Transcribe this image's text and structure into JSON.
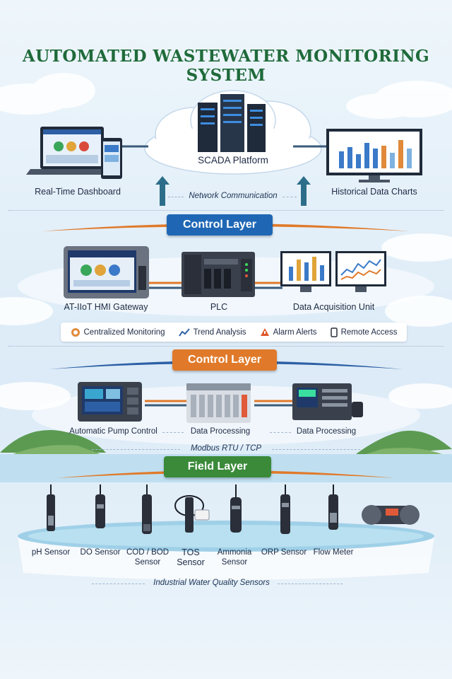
{
  "title": "AUTOMATED WASTEWATER MONITORING SYSTEM",
  "cloud": {
    "platform_label": "SCADA Platform",
    "dashboard_label": "Real-Time Dashboard",
    "charts_label": "Historical Data Charts",
    "network_label": "Network Communication"
  },
  "layer1": {
    "banner": "Control Layer",
    "devices": [
      "AT-IIoT HMI Gateway",
      "PLC",
      "Data Acquisition Unit"
    ]
  },
  "features": [
    {
      "icon": "monitoring-icon",
      "label": "Centralized Monitoring"
    },
    {
      "icon": "trend-icon",
      "label": "Trend Analysis"
    },
    {
      "icon": "alarm-icon",
      "label": "Alarm Alerts"
    },
    {
      "icon": "phone-icon",
      "label": "Remote Access"
    }
  ],
  "layer2": {
    "banner": "Control Layer",
    "devices": [
      "Automatic Pump Control",
      "Data Processing",
      "Data Processing"
    ],
    "protocol": "Modbus RTU / TCP"
  },
  "field": {
    "banner": "Field Layer",
    "sensors": [
      {
        "line1": "pH Sensor",
        "line2": ""
      },
      {
        "line1": "DO Sensor",
        "line2": ""
      },
      {
        "line1": "COD / BOD",
        "line2": "Sensor"
      },
      {
        "line1": "TOS",
        "line2": "Sensor"
      },
      {
        "line1": "Ammonia",
        "line2": "Sensor"
      },
      {
        "line1": "ORP Sensor",
        "line2": ""
      },
      {
        "line1": "Flow Meter",
        "line2": ""
      }
    ],
    "footer": "Industrial Water Quality Sensors"
  },
  "colors": {
    "title": "#1f6a3a",
    "banner_blue": "#1f67b5",
    "banner_orange": "#e07a2a",
    "banner_green": "#3a8a3a",
    "arrow": "#2c6e8a"
  }
}
